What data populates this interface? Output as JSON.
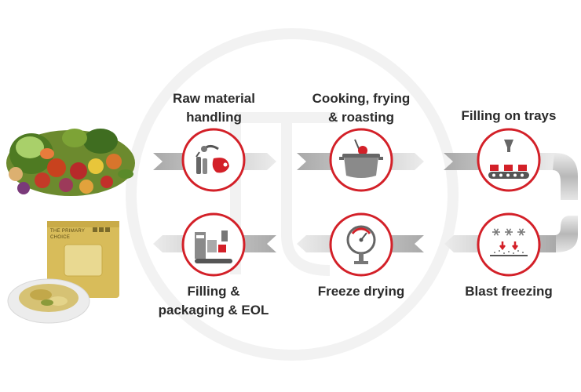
{
  "steps": [
    {
      "label": "Raw material\nhandling",
      "icon": "raw-material-icon"
    },
    {
      "label": "Cooking, frying\n& roasting",
      "icon": "cooking-pot-icon"
    },
    {
      "label": "Filling on trays",
      "icon": "tray-conveyor-icon"
    },
    {
      "label": "Blast freezing",
      "icon": "snowflake-freezer-icon"
    },
    {
      "label": "Freeze drying",
      "icon": "pressure-gauge-icon"
    },
    {
      "label": "Filling &\npackaging & EOL",
      "icon": "packaging-machine-icon"
    }
  ],
  "pouch": {
    "brand_line1": "THE PRIMARY",
    "brand_line2": "CHOICE"
  },
  "colors": {
    "accent": "#d32028",
    "arrow_dark": "#a8a8a8",
    "arrow_light": "#e2e2e2",
    "pouch": "#d8bc5a",
    "text": "#2b2b2b"
  }
}
